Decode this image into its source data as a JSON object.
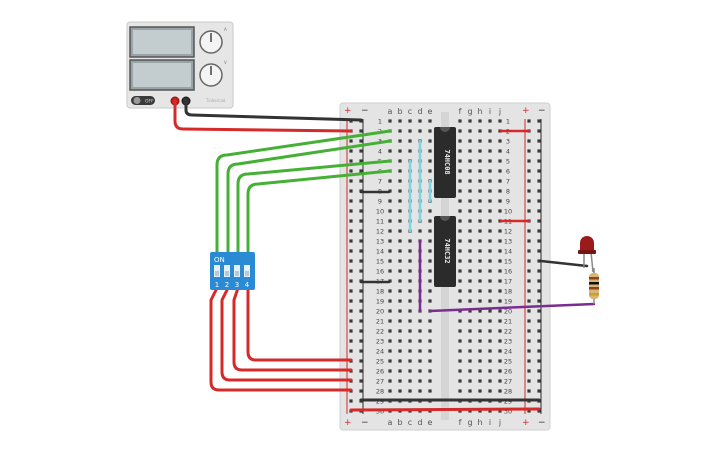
{
  "power_supply": {
    "name": "power-supply",
    "knob_labels": [
      "A",
      "V"
    ],
    "switch_label": "OFF",
    "brand": "Tinkercad"
  },
  "breadboard": {
    "column_letters_left": [
      "a",
      "b",
      "c",
      "d",
      "e"
    ],
    "column_letters_right": [
      "f",
      "g",
      "h",
      "i",
      "j"
    ],
    "rail_plus": "+",
    "rail_minus": "−",
    "row_count": 30
  },
  "chips": [
    {
      "label": "74HC08"
    },
    {
      "label": "74HC32"
    }
  ],
  "dip_switch": {
    "on_label": "ON",
    "switch_numbers": [
      "1",
      "2",
      "3",
      "4"
    ]
  },
  "components": {
    "led": "led",
    "resistor": "resistor"
  },
  "colors": {
    "wire_red": "#d42a2a",
    "wire_black": "#333333",
    "wire_green": "#45b035",
    "wire_purple": "#7b2d8f",
    "wire_cyan": "#7fd3e0",
    "dip_blue": "#2a8ad4",
    "chip_body": "#2b2b2b",
    "led_red": "#9b1b1b",
    "breadboard": "#e4e4e4"
  }
}
